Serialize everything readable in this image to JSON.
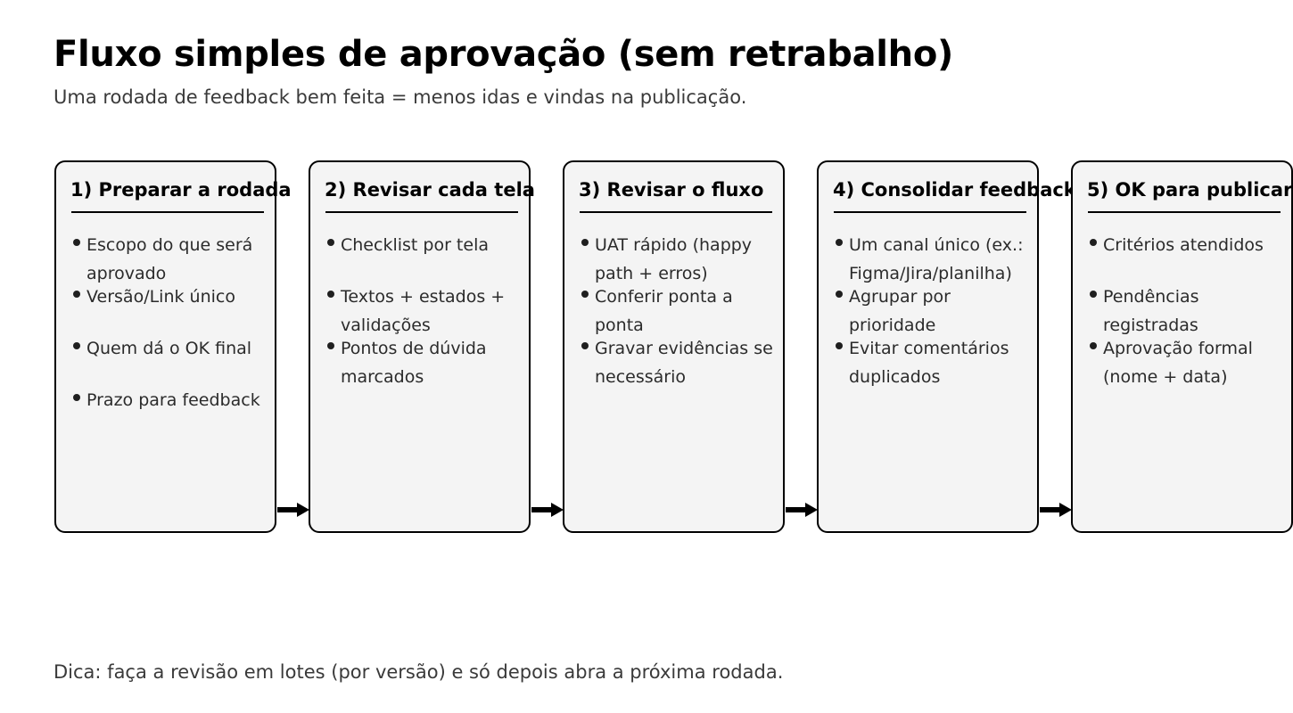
{
  "header": {
    "title": "Fluxo simples de aprovação (sem retrabalho)",
    "subtitle": "Uma rodada de feedback bem feita = menos idas e vindas na publicação."
  },
  "footnote": "Dica: faça a revisão em lotes (por versão) e só depois abra a próxima rodada.",
  "colors": {
    "card_background": "#f4f4f4",
    "card_border": "#000000",
    "title_text": "#000000",
    "body_text": "#2b2b2b",
    "muted_text": "#3a3a3a",
    "arrow": "#000000"
  },
  "flow": {
    "arrow_icon": "arrow-right-icon",
    "cards": [
      {
        "title": "1) Preparar a rodada",
        "bullets": [
          "Escopo do que será aprovado",
          "Versão/Link único",
          "Quem dá o OK final",
          "Prazo para feedback"
        ]
      },
      {
        "title": "2) Revisar cada tela",
        "bullets": [
          "Checklist por tela",
          "Textos + estados + validações",
          "Pontos de dúvida marcados"
        ]
      },
      {
        "title": "3) Revisar o fluxo",
        "bullets": [
          "UAT rápido (happy path + erros)",
          "Conferir ponta a ponta",
          "Gravar evidências se necessário"
        ]
      },
      {
        "title": "4) Consolidar feedback",
        "bullets": [
          "Um canal único (ex.: Figma/Jira/planilha)",
          "Agrupar por prioridade",
          "Evitar comentários duplicados"
        ]
      },
      {
        "title": "5) OK para publicar",
        "bullets": [
          "Critérios atendidos",
          "Pendências registradas",
          "Aprovação formal (nome + data)"
        ]
      }
    ]
  }
}
